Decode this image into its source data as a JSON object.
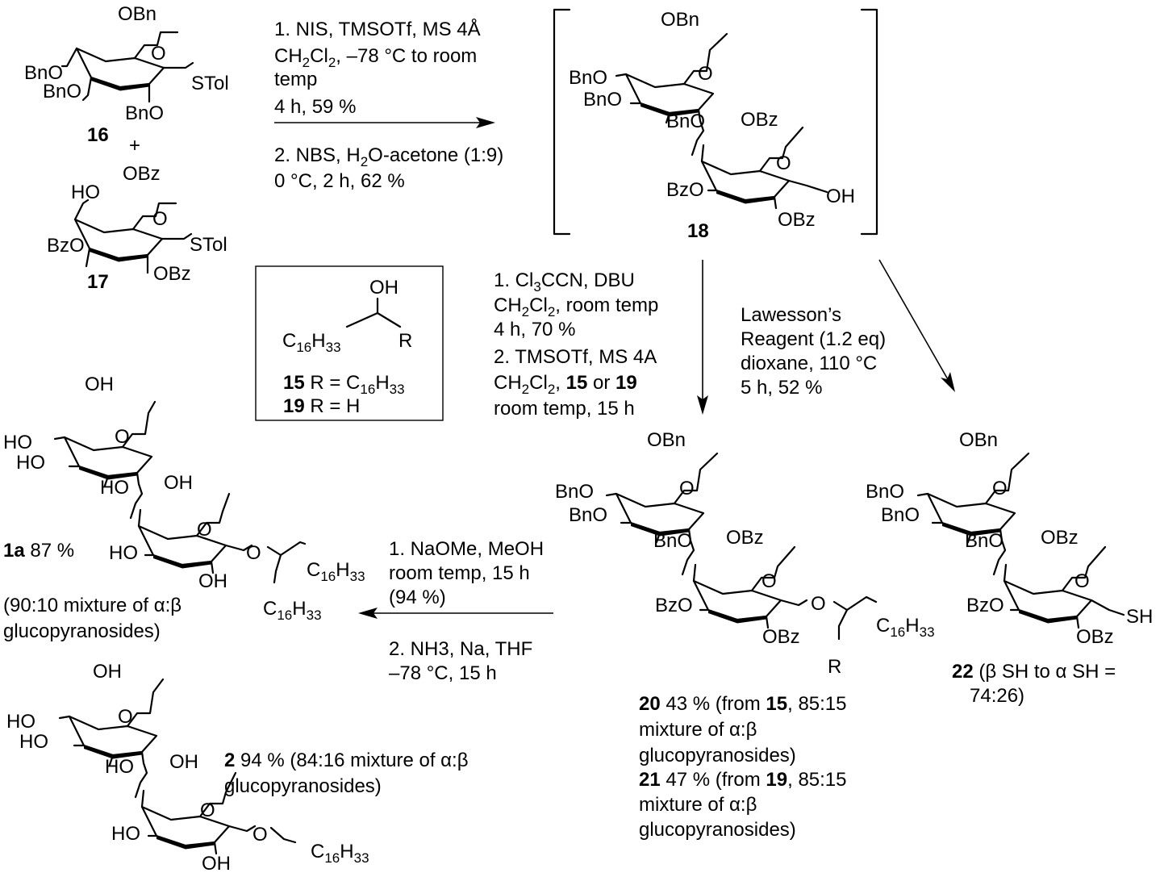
{
  "compounds": {
    "c16": {
      "label": "16",
      "substituents": {
        "c6": "OBn",
        "c4": "BnO",
        "c3": "BnO",
        "c2": "BnO",
        "anomeric": "STol"
      }
    },
    "plus": "+",
    "c17": {
      "label": "17",
      "substituents": {
        "c6": "OBz",
        "c4": "HO",
        "c3": "BzO",
        "c2": "OBz",
        "anomeric": "STol"
      }
    },
    "c18": {
      "label": "18",
      "top": {
        "c6": "OBn",
        "c4": "BnO",
        "c3": "BnO",
        "c2": "BnO"
      },
      "bottom": {
        "c6": "OBz",
        "c3": "BzO",
        "c2": "OBz",
        "anomeric": "OH"
      }
    },
    "c15_19_box": {
      "oh": "OH",
      "chain_c": "C",
      "chain_c_sub": "16",
      "chain_h": "H",
      "chain_h_sub": "33",
      "r": "R",
      "line15_label": "15",
      "line15_text_a": " R = C",
      "line15_sub1": "16",
      "line15_text_b": "H",
      "line15_sub2": "33",
      "line19_label": "19",
      "line19_text": " R = H"
    },
    "c20_21": {
      "top": {
        "c6": "OBn",
        "c4": "BnO",
        "c3": "BnO",
        "c2": "BnO"
      },
      "bottom": {
        "c6": "OBz",
        "c3": "BzO",
        "c2": "OBz"
      },
      "ether_o": "O",
      "chain": {
        "c": "C",
        "c_sub": "16",
        "h": "H",
        "h_sub": "33"
      },
      "r": "R",
      "caption20": {
        "label": "20",
        "text_a": " 43 % (from ",
        "ref": "15",
        "text_b": ", 85:15",
        "line2": "mixture of α:β",
        "line3": "glucopyranosides)"
      },
      "caption21": {
        "label": "21",
        "text_a": " 47 % (from ",
        "ref": "19",
        "text_b": ", 85:15",
        "line2": "mixture of α:β",
        "line3": "glucopyranosides)"
      }
    },
    "c22": {
      "top": {
        "c6": "OBn",
        "c4": "BnO",
        "c3": "BnO",
        "c2": "BnO"
      },
      "bottom": {
        "c6": "OBz",
        "c3": "BzO",
        "c2": "OBz",
        "anomeric": "SH"
      },
      "caption": {
        "label": "22",
        "text_a": " (β SH to α SH =",
        "line2": "74:26)"
      }
    },
    "c1a": {
      "top": {
        "c6": "OH",
        "c4": "HO",
        "c3": "HO",
        "c2": "HO"
      },
      "bottom": {
        "c6": "OH",
        "c3": "HO",
        "c2": "OH"
      },
      "ether_o": "O",
      "chain1": {
        "c": "C",
        "c_sub": "16",
        "h": "H",
        "h_sub": "33"
      },
      "chain2": {
        "c": "C",
        "c_sub": "16",
        "h": "H",
        "h_sub": "33"
      },
      "caption": {
        "label": "1a",
        "text_a": " 87 %",
        "line2": "(90:10 mixture of α:β",
        "line3": "glucopyranosides)"
      }
    },
    "c2": {
      "top": {
        "c6": "OH",
        "c4": "HO",
        "c3": "HO",
        "c2": "HO"
      },
      "bottom": {
        "c6": "OH",
        "c3": "HO",
        "c2": "OH"
      },
      "ether_o": "O",
      "chain": {
        "c": "C",
        "c_sub": "16",
        "h": "H",
        "h_sub": "33"
      },
      "caption": {
        "label": "2",
        "text_a": " 94 % (84:16 mixture of α:β",
        "line2": "glucopyranosides)"
      }
    }
  },
  "ring_o": "O",
  "conditions": {
    "step1": {
      "line1": "1. NIS, TMSOTf, MS 4Å",
      "line2_a": "CH",
      "line2_sub1": "2",
      "line2_b": "Cl",
      "line2_sub2": "2",
      "line2_c": ", –78 °C to room",
      "line3": "temp",
      "line4": "4 h, 59 %",
      "line5_a": "2. NBS, H",
      "line5_sub": "2",
      "line5_b": "O-acetone (1:9)",
      "line6": "0 °C, 2 h, 62 %"
    },
    "step2": {
      "line1_a": "1. Cl",
      "line1_sub": "3",
      "line1_b": "CCN, DBU",
      "line2_a": "CH",
      "line2_sub1": "2",
      "line2_b": "Cl",
      "line2_sub2": "2",
      "line2_c": ", room temp",
      "line3": "4 h, 70 %",
      "line4": "2. TMSOTf, MS 4A",
      "line5_a": "CH",
      "line5_sub1": "2",
      "line5_b": "Cl",
      "line5_sub2": "2",
      "line5_c": ", ",
      "line5_ref1": "15",
      "line5_d": " or ",
      "line5_ref2": "19",
      "line6": "room temp, 15 h"
    },
    "step3": {
      "line1": "Lawesson’s",
      "line2": "Reagent (1.2 eq)",
      "line3": "dioxane, 110 °C",
      "line4": "5 h, 52 %"
    },
    "step4": {
      "line1": "1. NaOMe, MeOH",
      "line2": "room temp, 15 h",
      "line3": "(94 %)",
      "line4": "2. NH3, Na, THF",
      "line5": "–78 °C, 15 h"
    }
  }
}
